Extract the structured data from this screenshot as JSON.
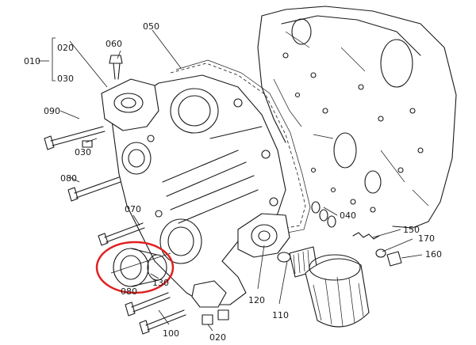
{
  "labels": {
    "p010": "010",
    "p020": "020",
    "p030a": "030",
    "p030b": "030",
    "p040": "040",
    "p050": "050",
    "p060": "060",
    "p070": "070",
    "p080a": "080",
    "p080b": "080",
    "p090": "090",
    "p100": "100",
    "p110": "110",
    "p120": "120",
    "p130": "130",
    "p150": "150",
    "p160": "160",
    "p170": "170",
    "p020b": "020"
  },
  "colors": {
    "ink": "#1a1a1a",
    "highlight": "#e02020"
  }
}
